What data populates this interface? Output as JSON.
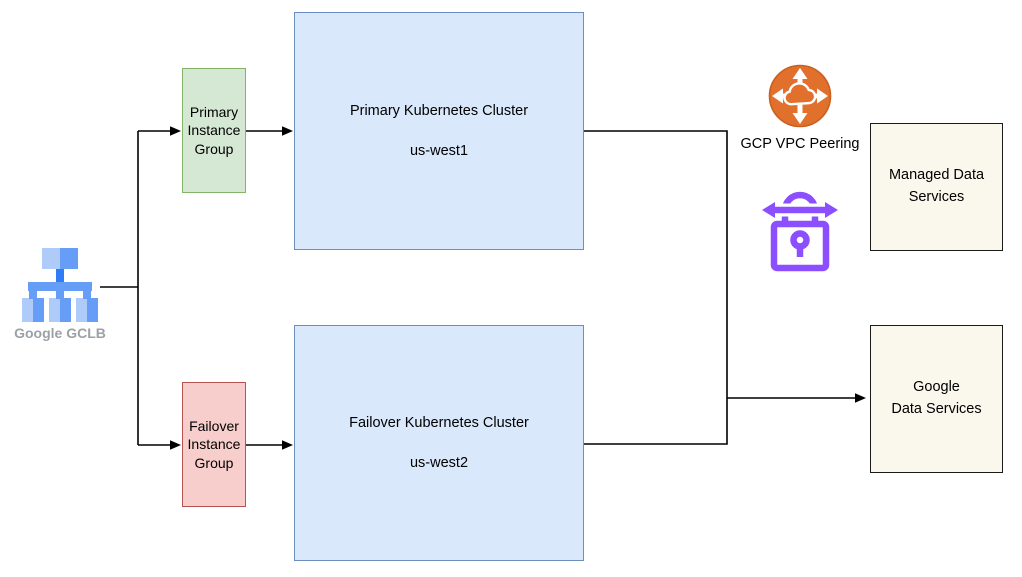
{
  "nodes": {
    "gclb": {
      "label": "Google GCLB",
      "icon": "load-balancer-tree-icon"
    },
    "primary_instance_group": {
      "label": "Primary Instance Group"
    },
    "failover_instance_group": {
      "label": "Failover Instance Group"
    },
    "primary_cluster": {
      "title": "Primary Kubernetes Cluster",
      "region": "us-west1"
    },
    "failover_cluster": {
      "title": "Failover Kubernetes Cluster",
      "region": "us-west2"
    },
    "vpc_peering": {
      "label": "GCP VPC Peering",
      "icon": "cloud-peering-arrows-icon"
    },
    "secure_peering": {
      "icon": "lock-with-bidirectional-arrow-icon"
    },
    "managed_data_services": {
      "line1": "Managed Data",
      "line2": "Services"
    },
    "google_data_services": {
      "line1": "Google",
      "line2": "Data Services"
    }
  },
  "colors": {
    "green_fill": "#d5e8d4",
    "green_stroke": "#82b366",
    "red_fill": "#f8cecc",
    "red_stroke": "#b85450",
    "blue_fill": "#dae8fc",
    "blue_stroke": "#6c8ebf",
    "cream_fill": "#faf8ec",
    "dark_stroke": "#1a1a1a",
    "peering_orange": "#e2702d",
    "peering_orange_rim": "#c95f20",
    "icon_white": "#ffffff",
    "lock_purple": "#8c4fff",
    "gclb_light": "#aecbfa",
    "gclb_mid": "#669df6",
    "gclb_dark": "#2e7cf6",
    "gclb_label_gray": "#9ba1a6",
    "connector": "#000000",
    "background": "#ffffff"
  }
}
